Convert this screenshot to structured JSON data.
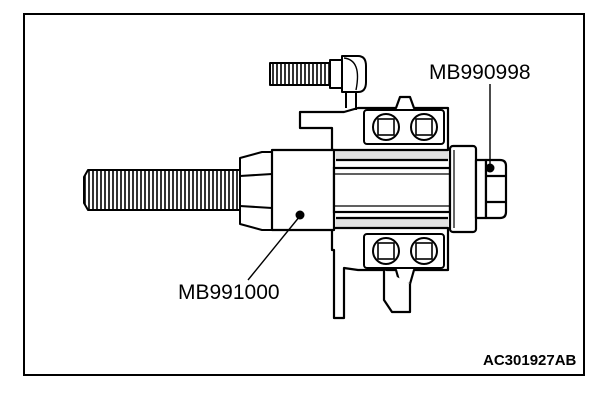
{
  "callouts": {
    "upper_tool": "MB990998",
    "lower_tool": "MB991000"
  },
  "figure_code": "AC301927AB",
  "colors": {
    "line": "#000000",
    "background": "#ffffff"
  }
}
